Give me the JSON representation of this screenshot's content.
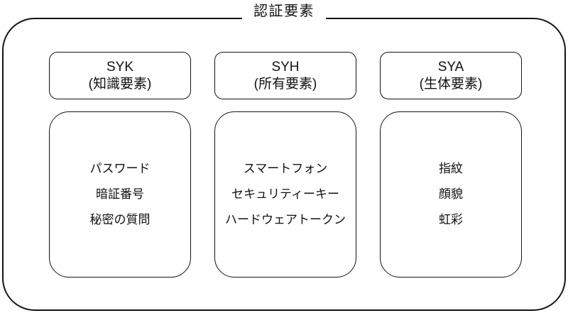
{
  "diagram": {
    "title": "認証要素",
    "columns": [
      {
        "header": {
          "code": "SYK",
          "label": "(知識要素)"
        },
        "items": [
          "パスワード",
          "暗証番号",
          "秘密の質問"
        ]
      },
      {
        "header": {
          "code": "SYH",
          "label": "(所有要素)"
        },
        "items": [
          "スマートフォン",
          "セキュリティーキー",
          "ハードウェアトークン"
        ]
      },
      {
        "header": {
          "code": "SYA",
          "label": "(生体要素)"
        },
        "items": [
          "指紋",
          "顔貌",
          "虹彩"
        ]
      }
    ],
    "colors": {
      "border": "#141414",
      "background": "#ffffff",
      "text": "#111111"
    }
  }
}
